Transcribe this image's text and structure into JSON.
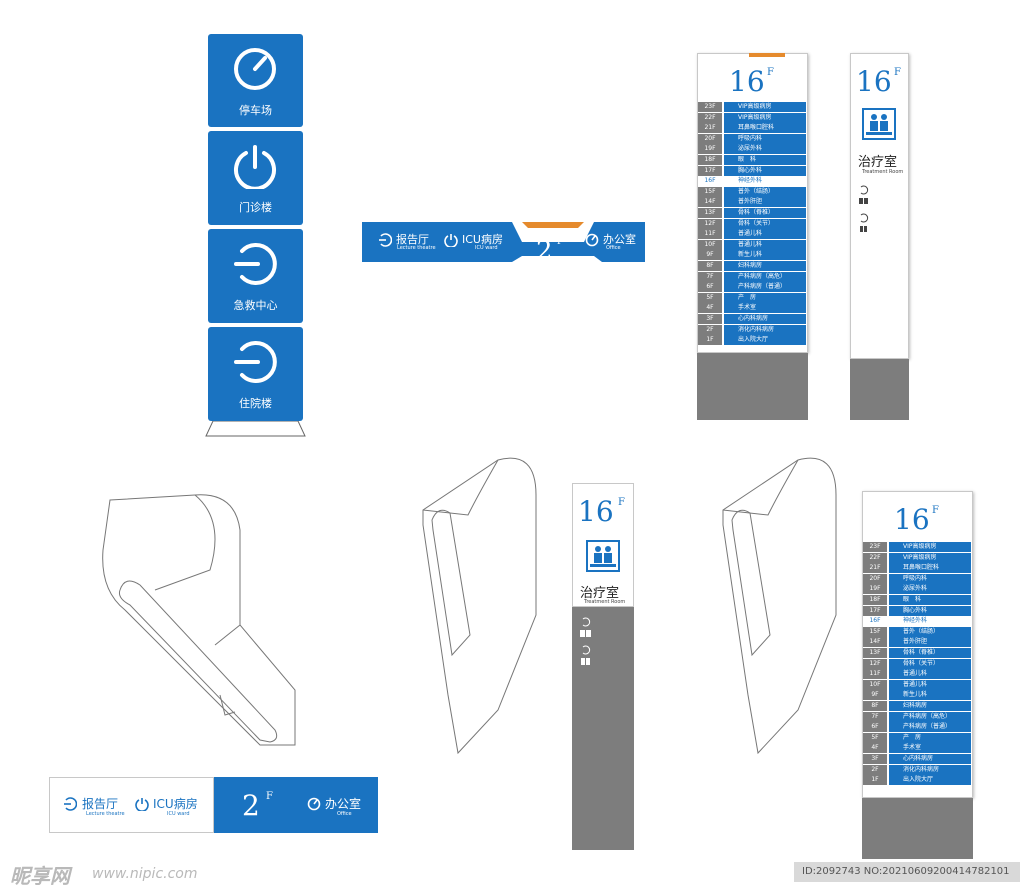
{
  "tower_tiles": [
    {
      "label": "停车场",
      "icon": "power-check-icon"
    },
    {
      "label": "门诊楼",
      "icon": "power-icon"
    },
    {
      "label": "急救中心",
      "icon": "enter-icon"
    },
    {
      "label": "住院楼",
      "icon": "enter-icon"
    }
  ],
  "hanging_sign": {
    "left_items": [
      {
        "label": "报告厅",
        "sub": "Lecture theatre"
      },
      {
        "label": "ICU病房",
        "sub": "ICU ward"
      }
    ],
    "floor_number": "2",
    "floor_suffix": "F",
    "right_item": {
      "label": "办公室",
      "sub": "Office"
    }
  },
  "directory": {
    "floor_number": "16",
    "floor_suffix": "F",
    "rows": [
      {
        "floor": "23F",
        "dept": "VIP高级病房"
      },
      {
        "floor": "22F",
        "dept": "VIP高级病房"
      },
      {
        "floor": "21F",
        "dept": "耳鼻喉口腔科"
      },
      {
        "floor": "20F",
        "dept": "呼吸内科"
      },
      {
        "floor": "19F",
        "dept": "泌尿外科"
      },
      {
        "floor": "18F",
        "dept": "眼　科"
      },
      {
        "floor": "17F",
        "dept": "胸心外科"
      },
      {
        "floor": "16F",
        "dept": "神经外科",
        "highlight": true
      },
      {
        "floor": "15F",
        "dept": "普外（结肠）"
      },
      {
        "floor": "14F",
        "dept": "普外肝胆"
      },
      {
        "floor": "13F",
        "dept": "骨科（脊椎）"
      },
      {
        "floor": "12F",
        "dept": "骨科（关节）"
      },
      {
        "floor": "11F",
        "dept": "普通儿科"
      },
      {
        "floor": "10F",
        "dept": "普通儿科"
      },
      {
        "floor": "9F",
        "dept": "新生儿科"
      },
      {
        "floor": "8F",
        "dept": "妇科病房"
      },
      {
        "floor": "7F",
        "dept": "产科病房（高危）"
      },
      {
        "floor": "6F",
        "dept": "产科病房（普通）"
      },
      {
        "floor": "5F",
        "dept": "产　房"
      },
      {
        "floor": "4F",
        "dept": "手术室"
      },
      {
        "floor": "3F",
        "dept": "心内科病房"
      },
      {
        "floor": "2F",
        "dept": "消化内科病房"
      },
      {
        "floor": "1F",
        "dept": "出入院大厅"
      }
    ]
  },
  "room_sign": {
    "floor_number": "16",
    "floor_suffix": "F",
    "room_name": "治疗室",
    "room_name_en": "Treatment Room",
    "icon": "treatment-room-icon",
    "extra_icons": [
      "stairs-icon",
      "toilet-icon"
    ]
  },
  "watermark": {
    "brand": "昵享网",
    "url": "www.nipic.com",
    "id_text": "ID:2092743 NO:20210609200414782101"
  },
  "colors": {
    "brand_blue": "#1a73c1",
    "accent_orange": "#e58a2c",
    "base_gray": "#7d7d7d"
  }
}
